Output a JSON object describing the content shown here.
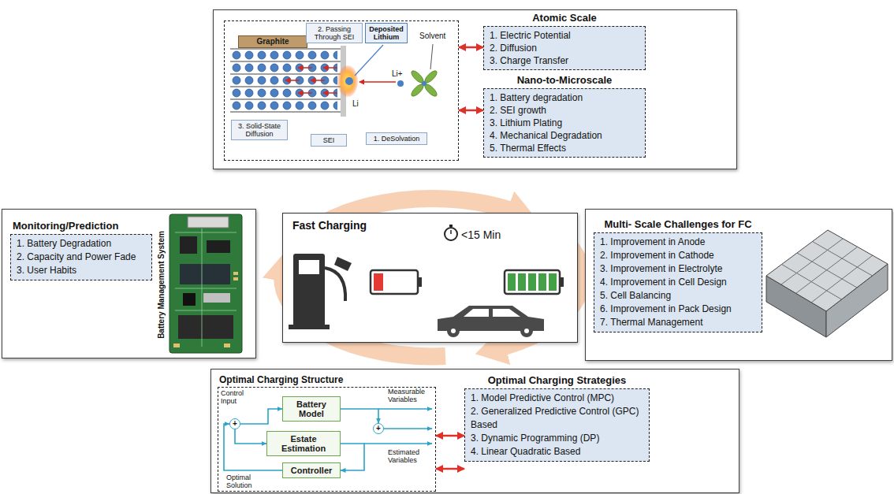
{
  "diagram": {
    "nodes": [
      {
        "text": []
      },
      {
        "text": [],
        "in": 0
      },
      {
        "text": [
          "Graphite"
        ],
        "in": 1
      },
      {
        "text": [
          "2. Passing Through SEI"
        ],
        "in": 1
      },
      {
        "text": [
          "Deposited Lithium"
        ],
        "in": 1
      },
      {
        "text": [
          "3. Solid-State Diffusion"
        ],
        "in": 1
      },
      {
        "text": [
          "SEI"
        ],
        "in": 1
      },
      {
        "text": [
          "1. DeSolvation"
        ],
        "in": 1
      },
      {
        "text": [
          "Atomic Scale",
          "1. Electric Potential",
          "2. Diffusion",
          "3. Charge Transfer"
        ],
        "in": 0
      },
      {
        "text": [
          "Nano-to-Microscale",
          "1. Battery degradation",
          "2. SEI growth",
          "3. Lithium Plating",
          "4. Mechanical Degradation",
          "5. Thermal Effects"
        ],
        "in": 0
      },
      {
        "text": []
      },
      {
        "text": [
          "Monitoring/Prediction",
          "1. Battery Degradation",
          "2. Capacity and Power Fade",
          "3. User Habits"
        ],
        "in": 10
      },
      {
        "text": [
          "Fast Charging",
          "<15 Min"
        ]
      },
      {
        "text": []
      },
      {
        "text": [
          "Multi- Scale Challenges for FC",
          "1. Improvement in Anode",
          "2. Improvement in Cathode",
          "3. Improvement in Electrolyte",
          "4. Improvement in Cell Design",
          "5. Cell Balancing",
          "6. Improvement in Pack Design",
          "7. Thermal Management"
        ],
        "in": 13
      },
      {
        "text": []
      },
      {
        "text": [
          "Optimal Charging Structure"
        ],
        "in": 15
      },
      {
        "text": [
          "Battery Model"
        ],
        "in": 16
      },
      {
        "text": [
          "+"
        ],
        "in": 16
      },
      {
        "text": [
          "+"
        ],
        "in": 16
      },
      {
        "text": [
          "Estate Estimation"
        ],
        "in": 16
      },
      {
        "text": [
          "Controller"
        ],
        "in": 16
      },
      {
        "text": [
          "Optimal Charging Strategies",
          "1. Model Predictive Control (MPC)",
          "2. Generalized Predictive Control (GPC) Based",
          "3. Dynamic Programming (DP)",
          "4. Linear Quadratic Based"
        ],
        "in": 15
      }
    ],
    "edges": [
      {
        "from": 1,
        "to": 8,
        "arrow": "both"
      },
      {
        "from": 1,
        "to": 9,
        "arrow": "both"
      },
      {
        "from": 18,
        "to": 17,
        "arrow": "to"
      },
      {
        "from": 18,
        "to": 20,
        "arrow": "to"
      },
      {
        "from": 17,
        "to": 19,
        "arrow": "to"
      },
      {
        "from": 20,
        "to": 21,
        "arrow": "to"
      },
      {
        "from": 21,
        "to": 18,
        "arrow": "to"
      },
      {
        "from": 16,
        "to": 22,
        "arrow": "both"
      },
      {
        "from": 16,
        "to": 22,
        "arrow": "both"
      }
    ],
    "labels": [
      "Solvent",
      "Li+",
      "Li",
      "Battery Management System",
      "Control Input",
      "Measurable Variables",
      "Estimated Variables",
      "Optimal Solution"
    ]
  }
}
